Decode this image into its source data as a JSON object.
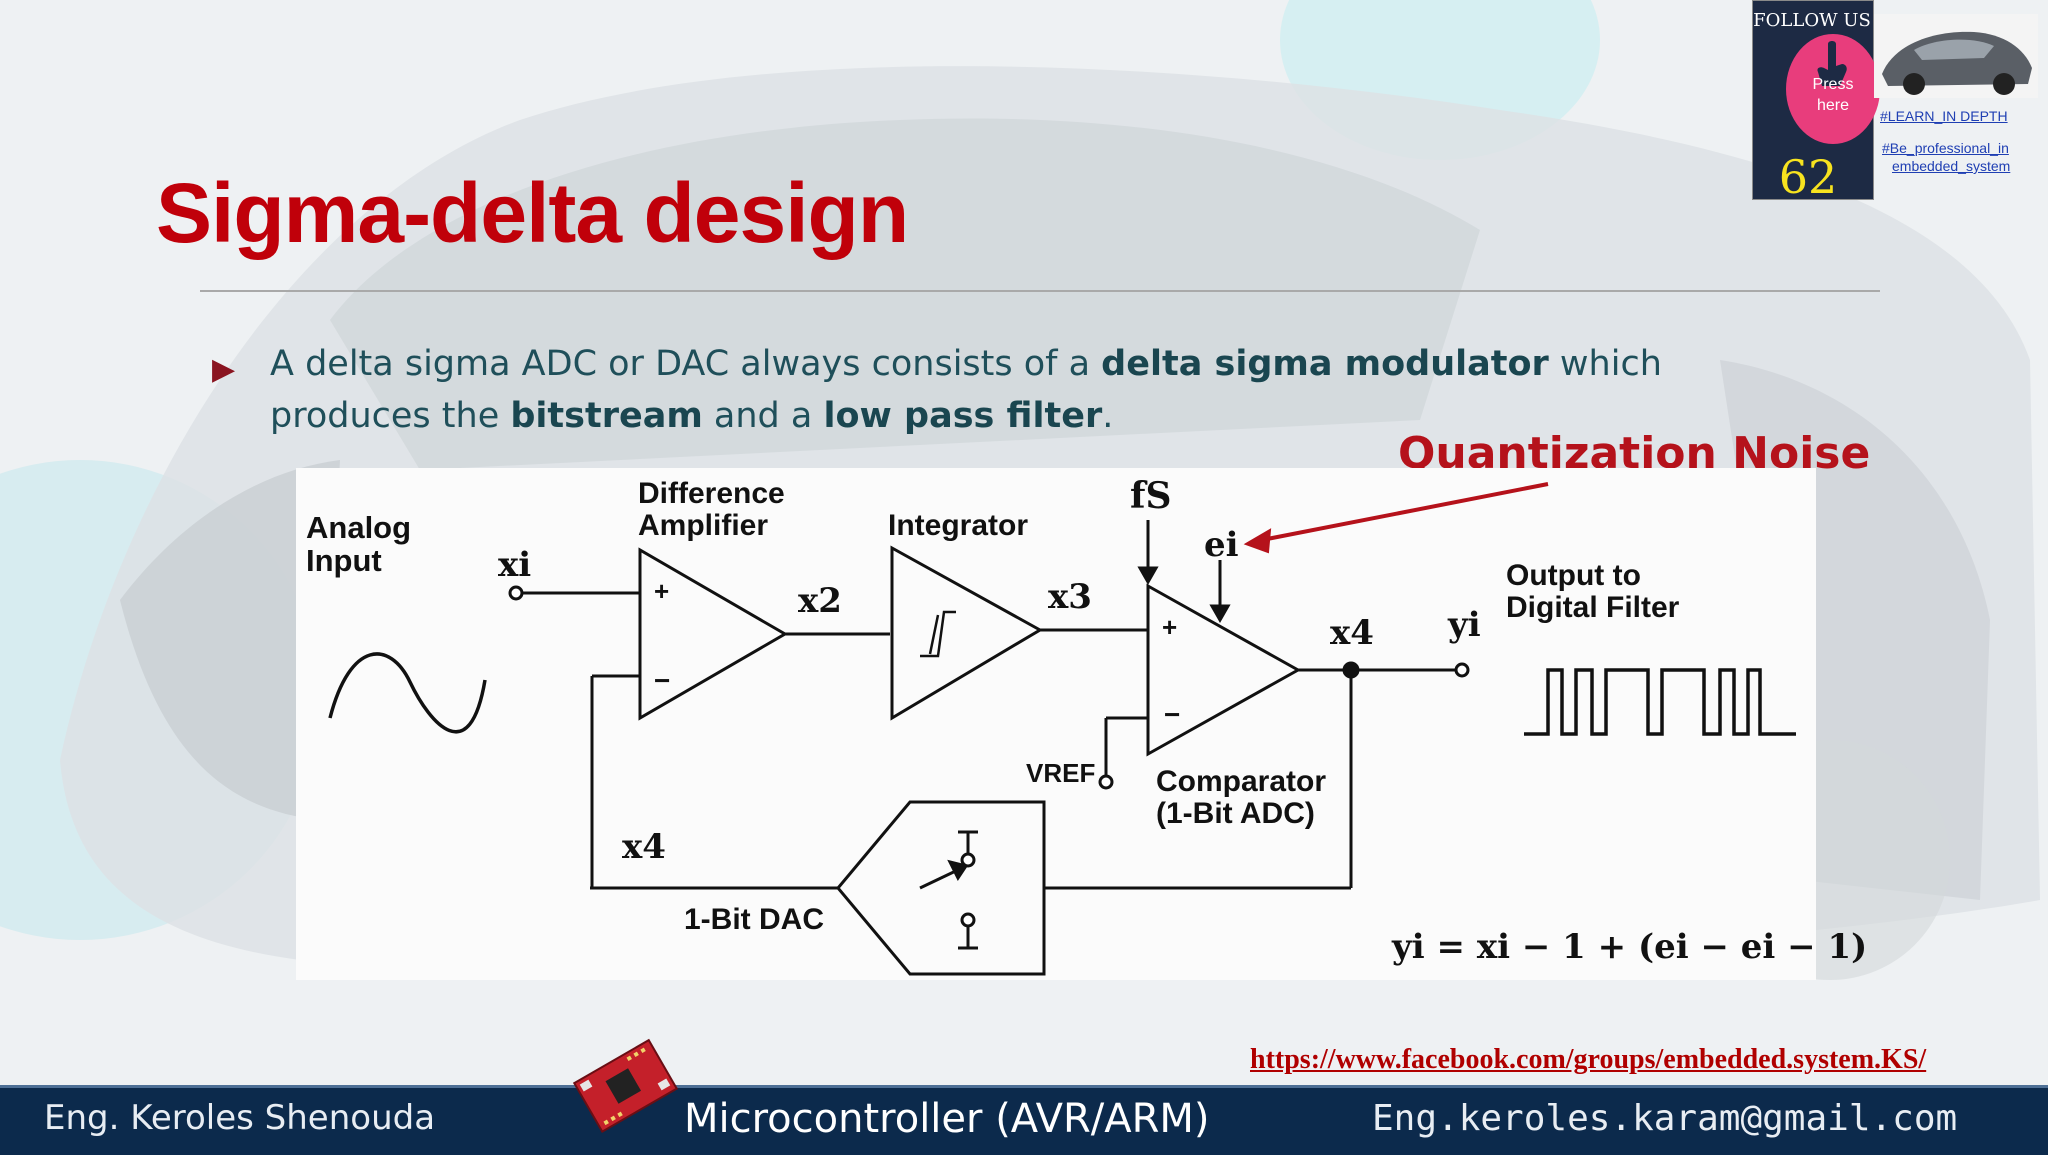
{
  "slide": {
    "title": "Sigma-delta design",
    "slide_number": "62"
  },
  "bullet": {
    "part1": "A delta sigma ADC or DAC always consists of a ",
    "bold1": "delta sigma modulator",
    "part2": " which produces the ",
    "bold2": "bitstream",
    "part3": " and a ",
    "bold3": "low pass filter",
    "part4": "."
  },
  "annotation": "Quantization Noise",
  "diagram": {
    "analog_input": "Analog\nInput",
    "xi": "xi",
    "difference_amplifier": "Difference\nAmplifier",
    "integrator": "Integrator",
    "x2": "x2",
    "x3": "x3",
    "fs": "fS",
    "ei": "ei",
    "x4_out": "x4",
    "yi": "yi",
    "output_to_filter": "Output to\nDigital Filter",
    "vref": "VREF",
    "comparator": "Comparator\n(1-Bit ADC)",
    "x4_feedback": "x4",
    "dac": "1-Bit DAC",
    "plus": "+",
    "minus": "−",
    "equation": "yi = xi − 1 + (ei − ei − 1)"
  },
  "follow": {
    "follow_us": "FOLLOW US",
    "press": "Press",
    "here": "here"
  },
  "tags": {
    "learn": "#LEARN_IN DEPTH",
    "professional_line1": "#Be_professional_in",
    "professional_line2": "embedded_system"
  },
  "links": {
    "facebook": "https://www.facebook.com/groups/embedded.system.KS/"
  },
  "footer": {
    "author": "Eng. Keroles Shenouda",
    "course": "Microcontroller (AVR/ARM)",
    "email": "Eng.keroles.karam@gmail.com"
  },
  "colors": {
    "title_red": "#c0000a",
    "footer_navy": "#0c2a4c",
    "annotation_red": "#b5121b"
  }
}
